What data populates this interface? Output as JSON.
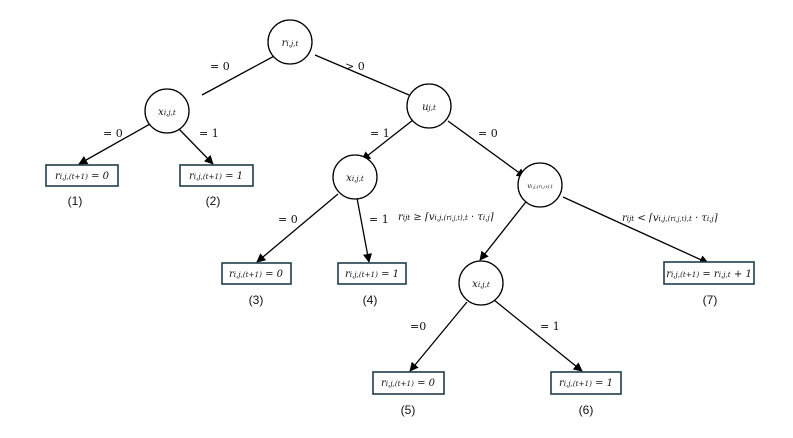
{
  "nodes": {
    "root": "r_{i,j,t}",
    "x_left": "x_{i,j,t}",
    "u": "u_{j,t}",
    "x_mid": "x_{i,j,t}",
    "v": "v_{i,j,(r_{i,j,t}),t}",
    "x_low": "x_{i,j,t}"
  },
  "edges": {
    "root_to_x_left": "= 0",
    "root_to_u": "> 0",
    "x_left_to_leaf1": "= 0",
    "x_left_to_leaf2": "= 1",
    "u_to_x_mid": "= 1",
    "u_to_v": "= 0",
    "x_mid_to_leaf3": "= 0",
    "x_mid_to_leaf4": "= 1",
    "v_to_x_low": "r_{ijt} ≥ ⌈v_{i,j,(r_{i,j,t}),t} · τ_{i,j}⌉",
    "v_to_leaf7": "r_{ijt} < ⌈v_{i,j,(r_{i,j,t}),t} · τ_{i,j}⌉",
    "x_low_to_leaf5": "=0",
    "x_low_to_leaf6": "= 1"
  },
  "leaves": [
    {
      "id": "leaf1",
      "label": "r_{i,j,(t+1)} = 0",
      "number": "(1)"
    },
    {
      "id": "leaf2",
      "label": "r_{i,j,(t+1)} = 1",
      "number": "(2)"
    },
    {
      "id": "leaf3",
      "label": "r_{i,j,(t+1)} = 0",
      "number": "(3)"
    },
    {
      "id": "leaf4",
      "label": "r_{i,j,(t+1)} = 1",
      "number": "(4)"
    },
    {
      "id": "leaf5",
      "label": "r_{i,j,(t+1)} = 0",
      "number": "(5)"
    },
    {
      "id": "leaf6",
      "label": "r_{i,j,(t+1)} = 1",
      "number": "(6)"
    },
    {
      "id": "leaf7",
      "label": "r_{i,j,(t+1)} = r_{i,j,t} + 1",
      "number": "(7)"
    }
  ],
  "colors": {
    "node_stroke": "#000000",
    "leaf_box_stroke": "#1e3e4a",
    "text": "#111111",
    "background": "#ffffff"
  }
}
